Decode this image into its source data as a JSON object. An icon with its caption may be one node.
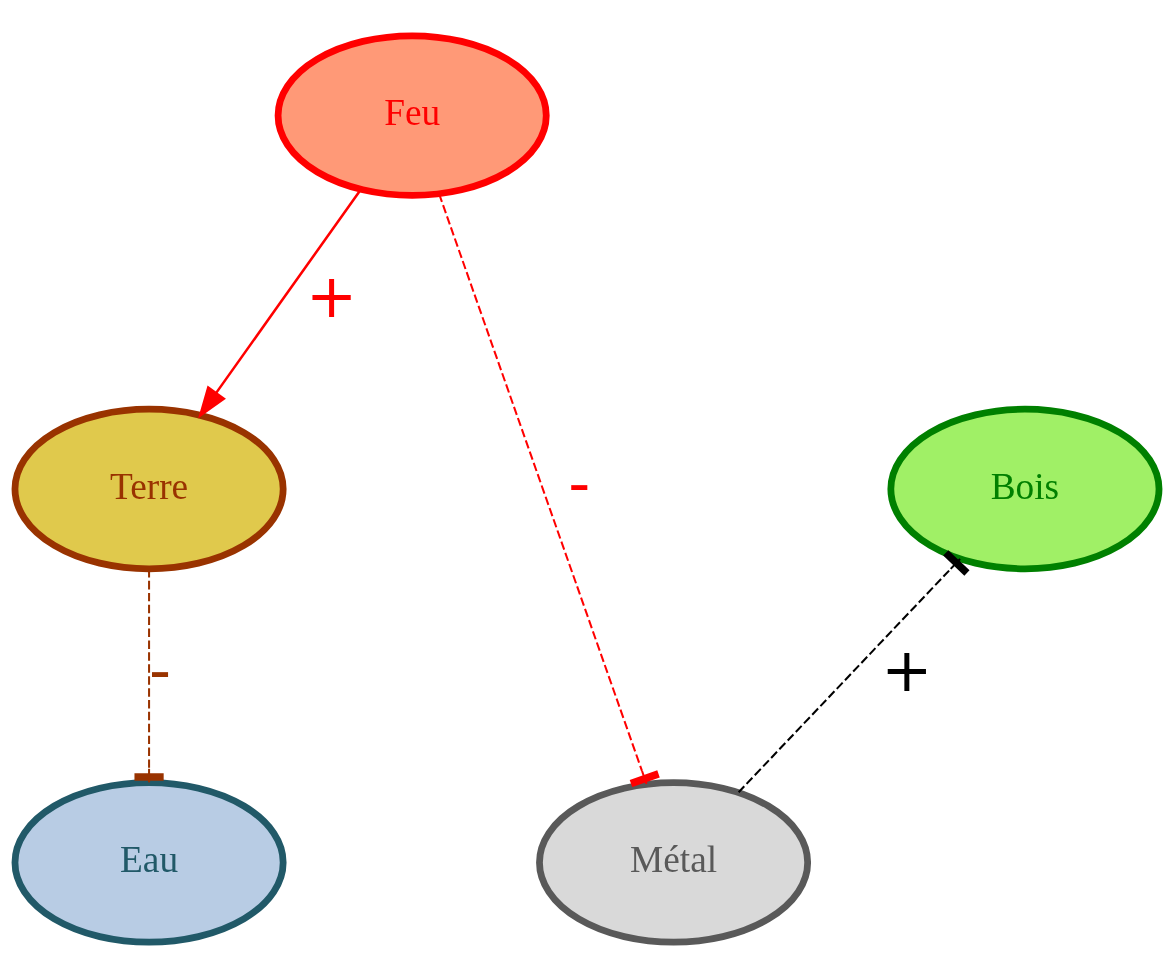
{
  "diagram": {
    "nodes": [
      {
        "text": [
          "Feu"
        ]
      },
      {
        "text": [
          "Bois"
        ]
      },
      {
        "text": [
          "Terre"
        ]
      },
      {
        "text": [
          "Eau"
        ]
      },
      {
        "text": [
          "Métal"
        ]
      }
    ],
    "edges": [
      {
        "from": 0,
        "to": 2,
        "arrow": "to",
        "label": "+",
        "color": "#ff0000"
      },
      {
        "from": 0,
        "to": 4,
        "arrow": "other",
        "label": "-",
        "style": "dashed",
        "color": "#ff0000"
      },
      {
        "from": 2,
        "to": 3,
        "arrow": "other",
        "label": "-",
        "style": "dashed",
        "color": "#993300"
      },
      {
        "from": 4,
        "to": 1,
        "arrow": "other",
        "label": "+",
        "style": "dashed",
        "color": "#000000"
      }
    ]
  }
}
